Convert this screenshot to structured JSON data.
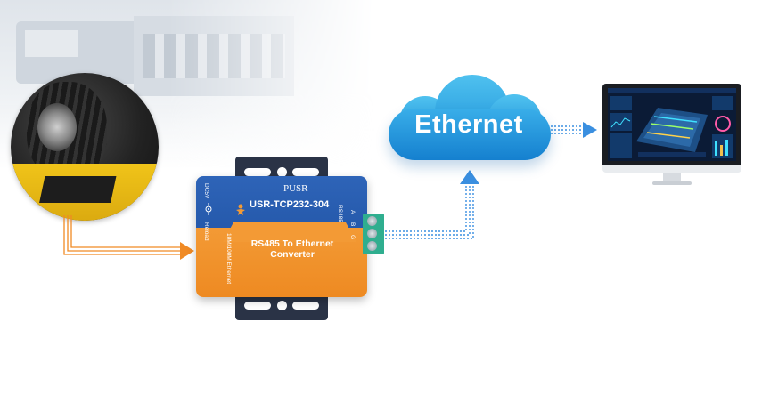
{
  "cloud": {
    "label": "Ethernet"
  },
  "device": {
    "brand": "PUSR",
    "model": "USR-TCP232-304",
    "function_line1": "RS485 To Ethernet",
    "function_line2": "Converter",
    "port_power": "DC5V",
    "port_reload": "Reload",
    "port_ethernet": "10M/100M Ethernet",
    "port_rs485": "RS485",
    "terminal_a": "A",
    "terminal_b": "B",
    "terminal_g": "G"
  },
  "colors": {
    "serial_line": "#f08a24",
    "ethernet_line": "#3a8fe0",
    "device_blue": "#2e64b8",
    "device_orange": "#f39a35",
    "terminal_green": "#2fae8f"
  }
}
